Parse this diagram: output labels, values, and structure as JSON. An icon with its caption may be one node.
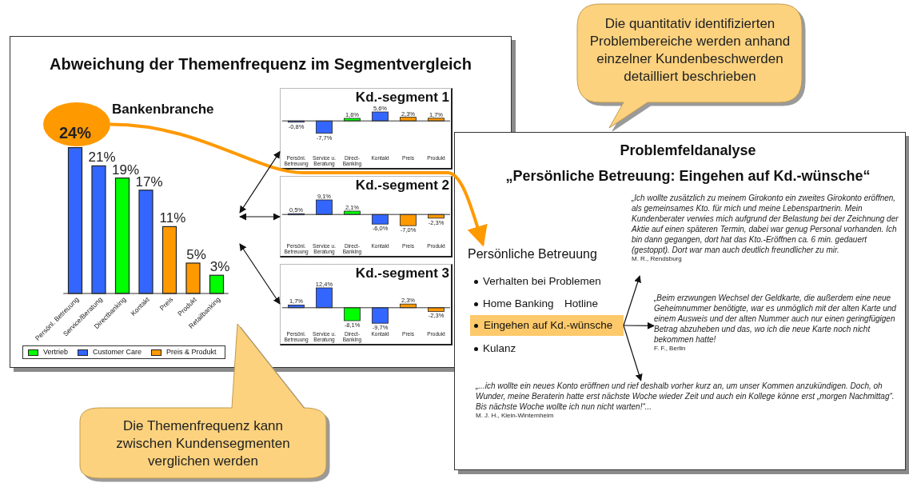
{
  "diagram": {
    "nodes": [
      {
        "text": [
          "Abweichung der Themenfrequenz im Segmentvergleich"
        ]
      },
      {
        "text": [],
        "shape": "circle",
        "in": 0
      },
      {
        "text": [
          "Kd.-segment 1"
        ],
        "in": 0
      },
      {
        "text": [
          "Kd.-segment 2"
        ],
        "in": 0
      },
      {
        "text": [
          "Kd.-segment 3"
        ],
        "in": 0
      },
      {
        "text": [
          "Problemfeldanalyse",
          "„Persönliche Betreuung: Eingehen auf Kd.-wünsche“"
        ]
      },
      {
        "text": [
          "Persönliche Betreuung"
        ],
        "in": 5
      },
      {
        "text": [
          "Eingehen auf Kd.-wünsche"
        ],
        "in": 5
      },
      {
        "text": [
          "„Ich wollte zusätzlich zu meinem Girokonto ein zweites Girokonto eröffnen, als gemeinsames Kto. für mich und meine Lebenspartnerin. Mein Kundenberater verwies mich aufgrund der Belastung bei der Zeichnung der Aktie auf einen späteren Termin, dabei war genug Personal vorhanden. Ich bin dann gegangen, dort hat das Kto.-Eröffnen ca. 6 min. gedauert (gestoppt). Dort war man auch deutlich freundlicher zu mir.",
          "M. R., Rendsburg"
        ],
        "in": 5
      },
      {
        "text": [
          "„Beim erzwungen Wechsel der Geldkarte, die außerdem eine neue Geheimnummer benötigte, war es unmöglich mit der alten Karte und einem Ausweis und der alten Nummer auch nur einen geringfügigen Betrag abzuheben und das, wo ich die neue Karte noch nicht bekommen hatte!",
          "F. F., Berlin"
        ],
        "in": 5
      },
      {
        "text": [
          "„...ich wollte ein neues Konto eröffnen und rief deshalb vorher kurz an, um unser Kommen anzukündigen. Doch, oh Wunder, meine Beraterin hatte erst nächste Woche wieder Zeit und auch ein Kollege könne erst „morgen Nachmittag“. Bis nächste Woche wollte ich nun nicht warten!“...",
          "M. J. H., Klein-Winternheim"
        ],
        "in": 5
      },
      {
        "text": [
          "Die quantitativ identifizierten Problembereiche werden anhand einzelner Kundenbeschwerden detailliert beschrieben"
        ]
      },
      {
        "text": [
          "Die Themenfrequenz kann zwischen Kundensegmenten verglichen werden"
        ]
      }
    ],
    "edges": [
      {
        "from": 1,
        "to": 6,
        "arrow": "to",
        "style": "thick",
        "color": "#ff9900"
      },
      {
        "from": null,
        "to": 2,
        "arrow": "both"
      },
      {
        "from": null,
        "to": 3,
        "arrow": "both"
      },
      {
        "from": null,
        "to": 4,
        "arrow": "both"
      },
      {
        "from": 7,
        "to": 8,
        "arrow": "to"
      },
      {
        "from": 7,
        "to": 9,
        "arrow": "to"
      },
      {
        "from": 7,
        "to": 10,
        "arrow": "to"
      }
    ],
    "labels": [
      "Verhalten bei Problemen",
      "Home Banking",
      "Hotline",
      "Kulanz"
    ],
    "legend": [
      {
        "text": "Vertrieb",
        "color": "#00ff00"
      },
      {
        "text": "Customer Care",
        "color": "#3366ff"
      },
      {
        "text": "Preis & Produkt",
        "color": "#ff9900"
      }
    ],
    "chart_data": [
      {
        "type": "bar",
        "title": "Bankenbranche",
        "categories": [
          "Persönl. Betreuung",
          "Service/Beratung",
          "Directbanking",
          "Kontakt",
          "Preis",
          "Produkt",
          "Retailbanking"
        ],
        "stacked": true,
        "series": [
          {
            "color": "#3366ff",
            "values": [
              24,
              21,
              null,
              17,
              null,
              null,
              null
            ],
            "value_labels": [
              "24%",
              "21%",
              null,
              "17%",
              null,
              null,
              null
            ]
          },
          {
            "color": "#00ff00",
            "values": [
              null,
              null,
              19,
              null,
              null,
              null,
              3
            ],
            "value_labels": [
              null,
              null,
              "19%",
              null,
              null,
              null,
              "3%"
            ]
          },
          {
            "color": "#ff9900",
            "values": [
              null,
              null,
              null,
              null,
              11,
              5,
              null
            ],
            "value_labels": [
              null,
              null,
              null,
              null,
              "11%",
              "5%",
              null
            ]
          }
        ]
      },
      {
        "type": "bar",
        "categories": [
          "Persönl. Betreuung",
          "Service u. Beratung",
          "Direct-Banking",
          "Kontakt",
          "Preis",
          "Produkt"
        ],
        "stacked": true,
        "series": [
          {
            "color": "#3366ff",
            "values": [
              -0.8,
              -7.7,
              null,
              5.6,
              null,
              null
            ],
            "value_labels": [
              "-0,8%",
              "-7,7%",
              null,
              "5,6%",
              null,
              null
            ]
          },
          {
            "color": "#00ff00",
            "values": [
              null,
              null,
              1.6,
              null,
              null,
              null
            ],
            "value_labels": [
              null,
              null,
              "1,6%",
              null,
              null,
              null
            ]
          },
          {
            "color": "#ff9900",
            "values": [
              null,
              null,
              null,
              null,
              2.3,
              1.7
            ],
            "value_labels": [
              null,
              null,
              null,
              null,
              "2,3%",
              "1,7%"
            ]
          }
        ]
      },
      {
        "type": "bar",
        "categories": [
          "Persönl. Betreuung",
          "Service u. Beratung",
          "Direct-Banking",
          "Kontakt",
          "Preis",
          "Produkt"
        ],
        "stacked": true,
        "series": [
          {
            "color": "#3366ff",
            "values": [
              0.5,
              9.1,
              null,
              -6.0,
              null,
              null
            ],
            "value_labels": [
              "0,5%",
              "9,1%",
              null,
              "-6,0%",
              null,
              null
            ]
          },
          {
            "color": "#00ff00",
            "values": [
              null,
              null,
              2.1,
              null,
              null,
              null
            ],
            "value_labels": [
              null,
              null,
              "2,1%",
              null,
              null,
              null
            ]
          },
          {
            "color": "#ff9900",
            "values": [
              null,
              null,
              null,
              null,
              -7.0,
              -2.3
            ],
            "value_labels": [
              null,
              null,
              null,
              null,
              "-7,0%",
              "-2,3%"
            ]
          }
        ]
      },
      {
        "type": "bar",
        "categories": [
          "Persönl. Betreuung",
          "Service u. Beratung",
          "Direct-Banking",
          "Kontakt",
          "Preis",
          "Produkt"
        ],
        "stacked": true,
        "series": [
          {
            "color": "#3366ff",
            "values": [
              1.7,
              12.4,
              null,
              -9.7,
              null,
              null
            ],
            "value_labels": [
              "1,7%",
              "12,4%",
              null,
              "-9,7%",
              null,
              null
            ]
          },
          {
            "color": "#00ff00",
            "values": [
              null,
              null,
              -8.1,
              null,
              null,
              null
            ],
            "value_labels": [
              null,
              null,
              "-8,1%",
              null,
              null,
              null
            ]
          },
          {
            "color": "#ff9900",
            "values": [
              null,
              null,
              null,
              null,
              2.3,
              -2.3
            ],
            "value_labels": [
              null,
              null,
              null,
              null,
              "2,3%",
              "-2,3%"
            ]
          }
        ]
      }
    ]
  }
}
